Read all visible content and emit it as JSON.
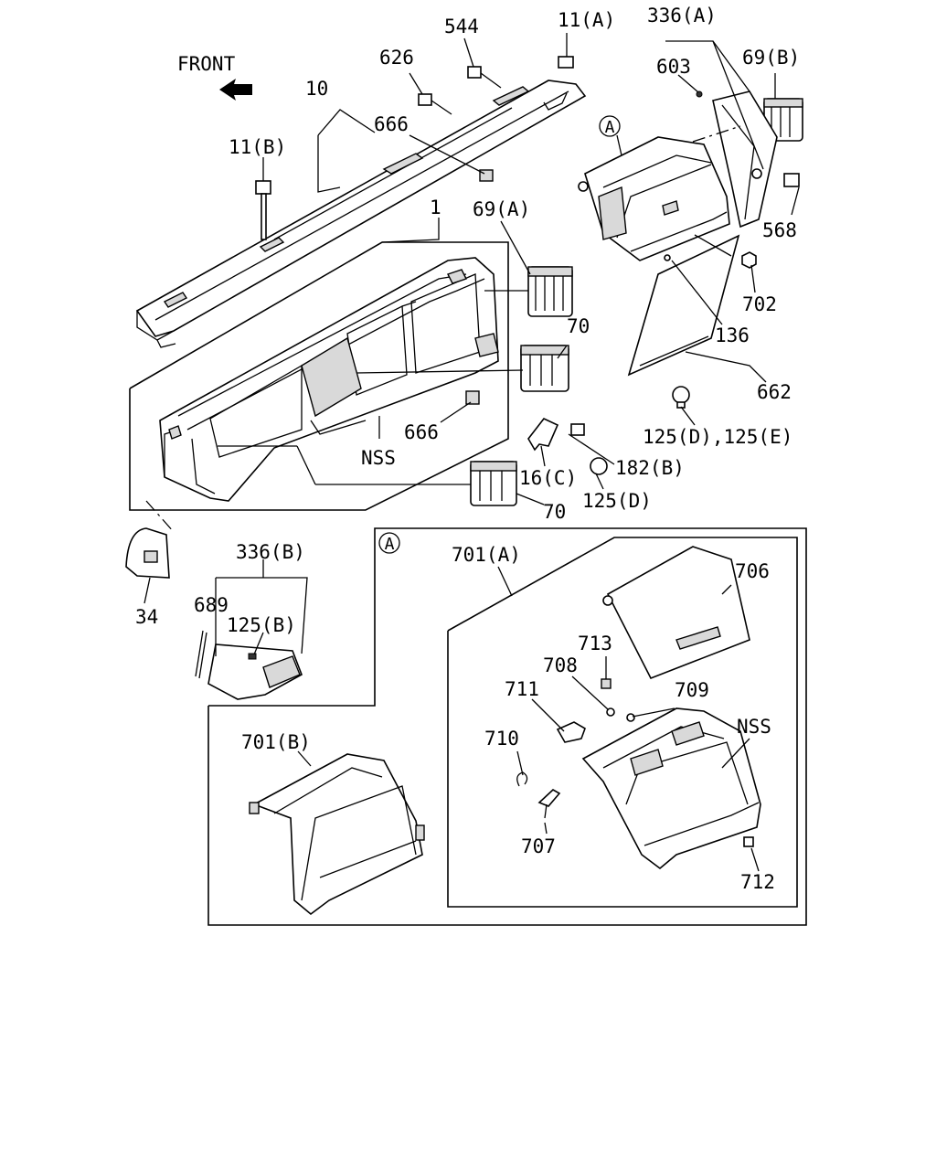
{
  "front_label": "FRONT",
  "detail_marker": "A",
  "callouts": {
    "p1": "1",
    "p10": "10",
    "p11a": "11(A)",
    "p11b": "11(B)",
    "p16c": "16(C)",
    "p34": "34",
    "p69a": "69(A)",
    "p69b": "69(B)",
    "p70a": "70",
    "p70b": "70",
    "p125b": "125(B)",
    "p125d": "125(D)",
    "p125de": "125(D),125(E)",
    "p136": "136",
    "p182b": "182(B)",
    "p336a": "336(A)",
    "p336b": "336(B)",
    "p544": "544",
    "p568": "568",
    "p603": "603",
    "p626": "626",
    "p662": "662",
    "p666a": "666",
    "p666b": "666",
    "p689": "689",
    "p701a": "701(A)",
    "p701b": "701(B)",
    "p702": "702",
    "p706": "706",
    "p707": "707",
    "p708": "708",
    "p709": "709",
    "p710": "710",
    "p711": "711",
    "p712": "712",
    "p713": "713",
    "nss1": "NSS",
    "nss2": "NSS"
  }
}
